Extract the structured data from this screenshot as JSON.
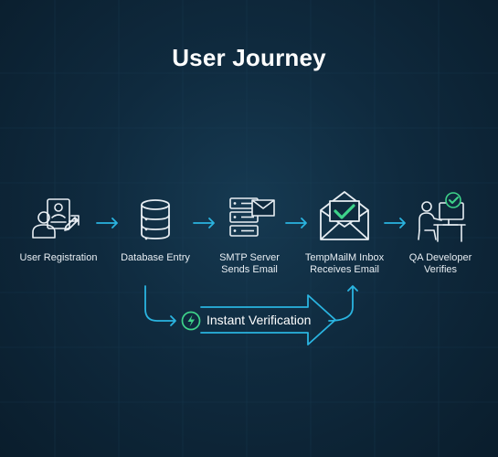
{
  "title": "User Journey",
  "steps": [
    {
      "label": "User Registration",
      "icon": "user-registration-icon"
    },
    {
      "label": "Database Entry",
      "icon": "database-icon"
    },
    {
      "label": "SMTP Server\nSends Email",
      "icon": "smtp-server-icon"
    },
    {
      "label": "TempMailM Inbox\nReceives Email",
      "icon": "envelope-check-icon"
    },
    {
      "label": "QA Developer\nVerifies",
      "icon": "developer-workstation-icon"
    }
  ],
  "callout": {
    "label": "Instant Verification",
    "icon": "lightning-icon"
  },
  "footer": "",
  "colors": {
    "accent": "#2ab4e0",
    "icon_stroke": "#e8eef3",
    "check": "#3ed38a",
    "background": "#0f2a3e"
  }
}
